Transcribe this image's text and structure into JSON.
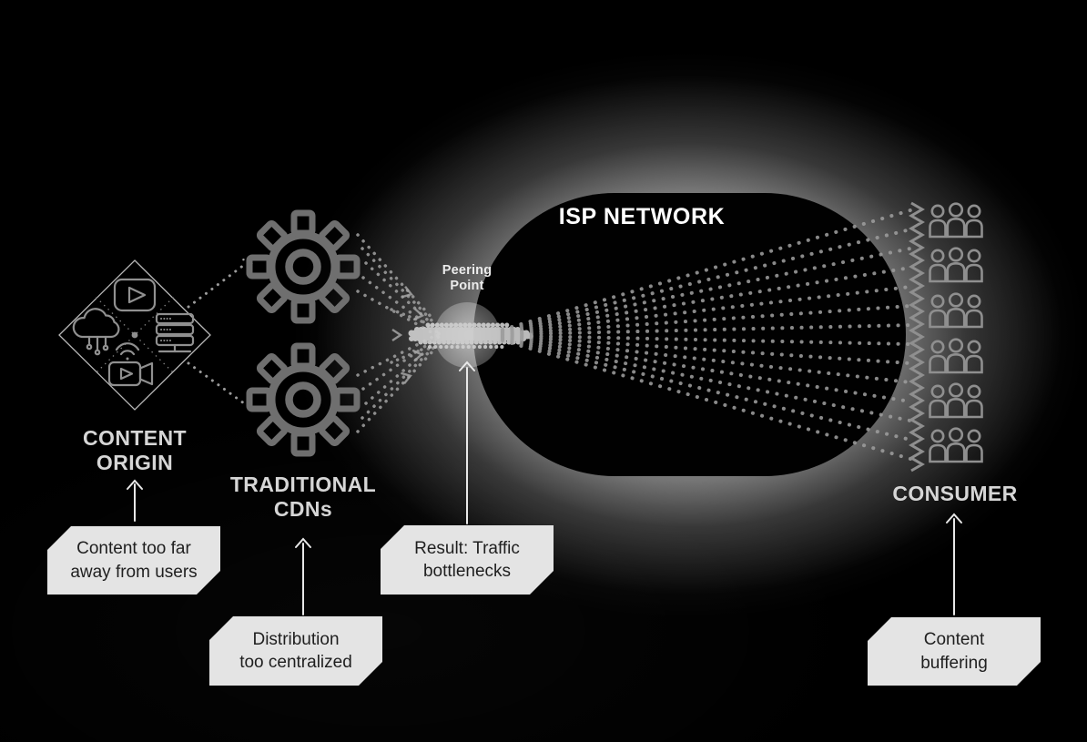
{
  "colors": {
    "background": "#000000",
    "glow": "#ffffff",
    "capsule": "#010101",
    "box_bg": "#e4e4e4",
    "box_text": "#1f1f1f",
    "label_text": "#d6d6d6",
    "dot_line": "#9a9a9a",
    "icon_stroke": "#8f8f8f",
    "gear": "#6f6f6f"
  },
  "stages": {
    "content_origin": {
      "label": "CONTENT\nORIGIN",
      "icons": [
        "video-play",
        "cloud-network",
        "server-stack",
        "camera-stream"
      ]
    },
    "traditional_cdns": {
      "label": "TRADITIONAL\nCDNs",
      "gear_count": 2
    },
    "peering_point": {
      "label": "Peering\nPoint"
    },
    "isp_network": {
      "label": "ISP NETWORK"
    },
    "consumer": {
      "label": "CONSUMER",
      "group_count": 6
    }
  },
  "callouts": {
    "content_origin": {
      "text": "Content too far\naway from users"
    },
    "traditional_cdns": {
      "text": "Distribution\ntoo centralized"
    },
    "peering_point": {
      "text": "Result: Traffic\nbottlenecks"
    },
    "consumer": {
      "text": "Content\nbuffering"
    }
  }
}
